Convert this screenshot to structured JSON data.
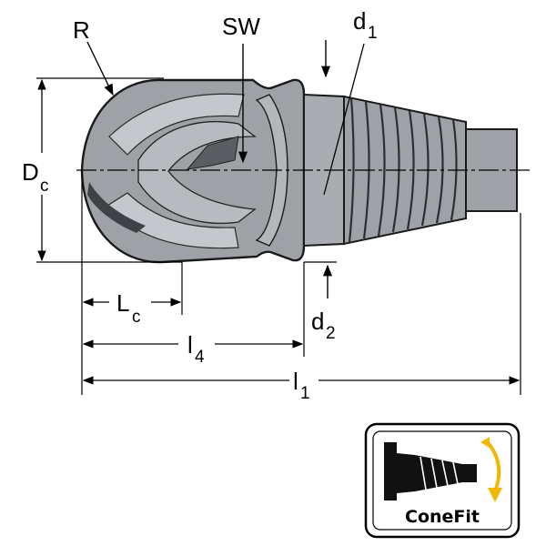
{
  "labels": {
    "r": "R",
    "sw": "SW",
    "d1_main": "d",
    "d1_sub": "1",
    "dc_main": "D",
    "dc_sub": "c",
    "lc_main": "L",
    "lc_sub": "c",
    "l4_main": "l",
    "l4_sub": "4",
    "d2_main": "d",
    "d2_sub": "2",
    "l1_main": "l",
    "l1_sub": "1"
  },
  "badge": {
    "label": "ConeFit"
  },
  "colors": {
    "tool_body": "#9ea2a7",
    "tool_light": "#c4c7cb",
    "tool_dark": "#4b4f54",
    "outline": "#1a1a1a",
    "badge_arrow": "#f2b705"
  }
}
